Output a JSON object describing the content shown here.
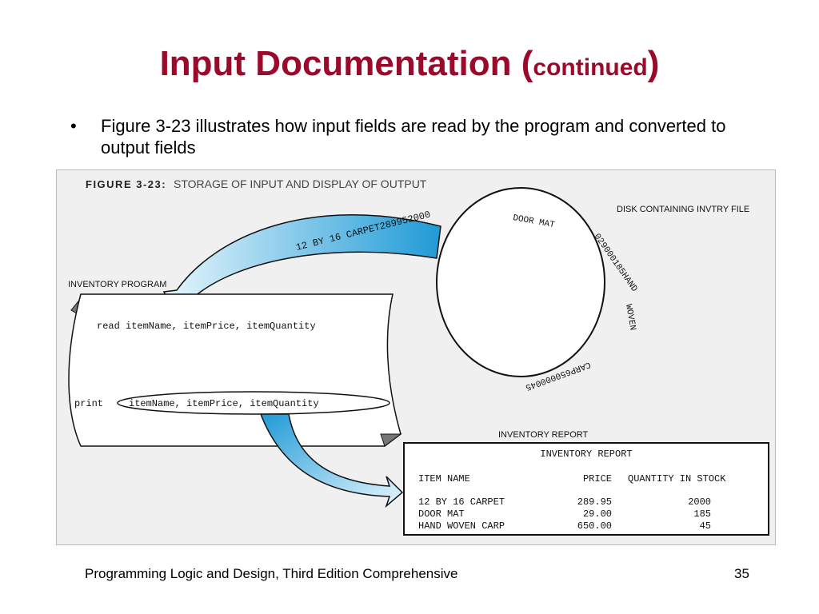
{
  "slide": {
    "title_main": "Input Documentation (",
    "title_small": "continued",
    "title_end": ")",
    "bullet_marker": "•",
    "bullet_text": "Figure 3-23 illustrates how input fields are read by the program and converted to output fields",
    "footer_left": "Programming Logic and Design, Third Edition Comprehensive",
    "page_number": "35"
  },
  "figure": {
    "label": "FIGURE 3-23:",
    "caption": "STORAGE OF INPUT AND DISPLAY OF OUTPUT",
    "disk_label": "DISK CONTAINING INVTRY FILE",
    "disk_text_1": "12 BY 16 CARPET289952000",
    "disk_text_2": "DOOR MAT",
    "disk_text_3": "029000185HAND",
    "disk_text_4": "WOVEN",
    "disk_text_5": "CARP650000045",
    "program_label": "INVENTORY PROGRAM",
    "read_line": "read itemName, itemPrice, itemQuantity",
    "print_keyword": "print",
    "print_fields": "itemName, itemPrice, itemQuantity",
    "report_label": "INVENTORY REPORT",
    "report": {
      "title": "INVENTORY REPORT",
      "headers": [
        "ITEM NAME",
        "PRICE",
        "QUANTITY IN STOCK"
      ],
      "rows": [
        [
          "12 BY 16 CARPET",
          "289.95",
          "2000"
        ],
        [
          "DOOR MAT",
          "29.00",
          "185"
        ],
        [
          "HAND WOVEN CARP",
          "650.00",
          "45"
        ]
      ]
    },
    "colors": {
      "arrow_dark": "#1f9ad6",
      "arrow_light": "#e6f6fd",
      "title_red": "#9b0a2b"
    }
  }
}
